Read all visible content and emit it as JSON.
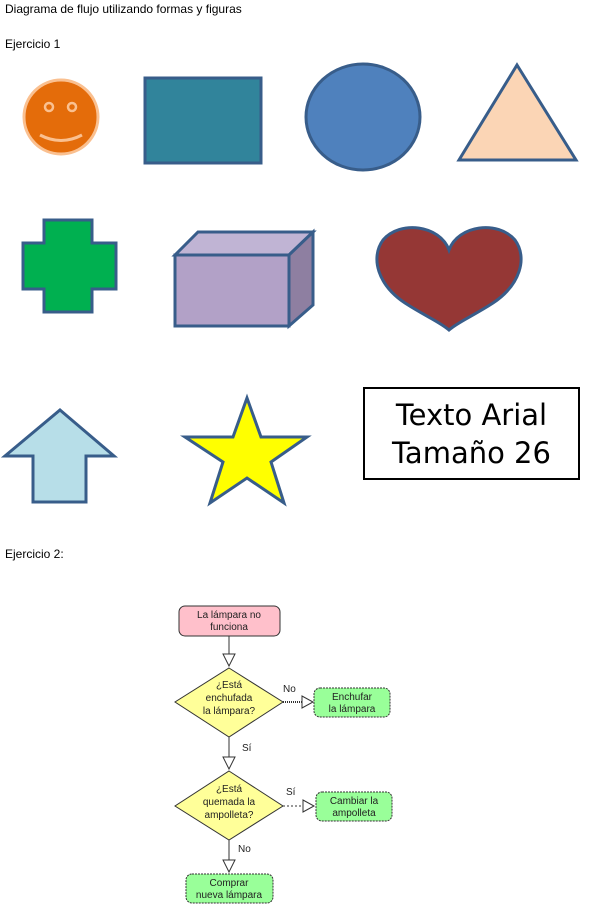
{
  "document": {
    "title": "Diagrama de flujo utilizando formas y figuras",
    "exercise1_label": "Ejercicio 1",
    "exercise2_label": "Ejercicio 2:"
  },
  "exercise1": {
    "shapes": [
      {
        "name": "smiley-face",
        "fill": "#E46C0A",
        "stroke": "#FAC090"
      },
      {
        "name": "rectangle",
        "fill": "#31849B",
        "stroke": "#385D8A"
      },
      {
        "name": "circle",
        "fill": "#4F81BD",
        "stroke": "#385D8A"
      },
      {
        "name": "triangle",
        "fill": "#FBD5B5",
        "stroke": "#385D8A"
      },
      {
        "name": "plus-cross",
        "fill": "#00B050",
        "stroke": "#385D8A"
      },
      {
        "name": "cube",
        "fill": "#B2A1C7",
        "stroke": "#385D8A"
      },
      {
        "name": "heart",
        "fill": "#953735",
        "stroke": "#385D8A"
      },
      {
        "name": "up-arrow",
        "fill": "#B7DEE8",
        "stroke": "#385D8A"
      },
      {
        "name": "star",
        "fill": "#FFFF00",
        "stroke": "#385D8A"
      }
    ],
    "text_box": {
      "line1": "Texto Arial",
      "line2": "Tamaño 26"
    }
  },
  "flowchart": {
    "start": {
      "line1": "La lámpara no",
      "line2": "funciona",
      "fill": "#FFC0CB"
    },
    "decision1": {
      "line1": "¿Está",
      "line2": "enchufada",
      "line3": "la lámpara?",
      "fill": "#FFFF99"
    },
    "decision1_no_label": "No",
    "action1": {
      "line1": "Enchufar",
      "line2": "la lámpara",
      "fill": "#99FF99"
    },
    "decision1_yes_label": "Sí",
    "decision2": {
      "line1": "¿Está",
      "line2": "quemada la",
      "line3": "ampolleta?",
      "fill": "#FFFF99"
    },
    "decision2_yes_label": "Sí",
    "action2": {
      "line1": "Cambiar la",
      "line2": "ampolleta",
      "fill": "#99FF99"
    },
    "decision2_no_label": "No",
    "end": {
      "line1": "Comprar",
      "line2": "nueva lámpara",
      "fill": "#99FF99"
    }
  }
}
